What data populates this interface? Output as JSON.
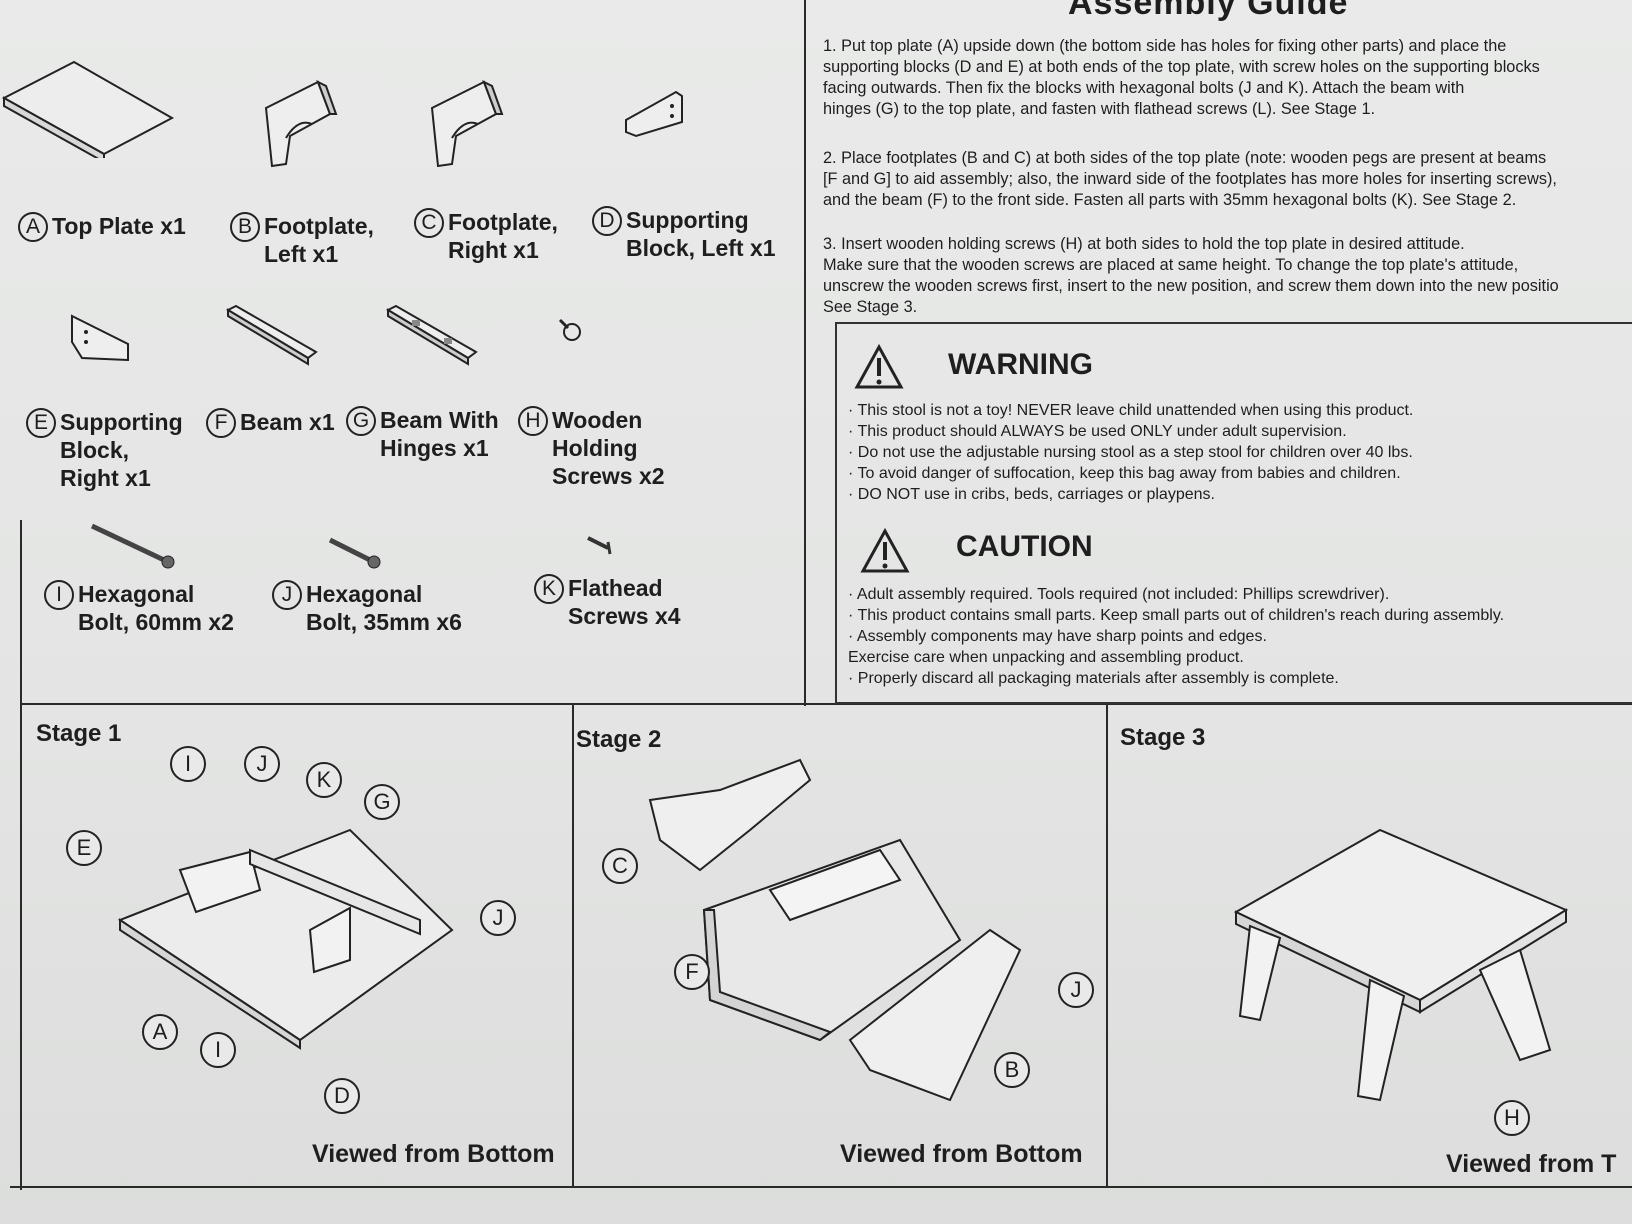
{
  "title": "Assembly Guide",
  "parts": [
    {
      "letter": "A",
      "label": "Top Plate x1",
      "icon": "top-plate-icon"
    },
    {
      "letter": "B",
      "label": "Footplate,\nLeft x1",
      "icon": "footplate-left-icon"
    },
    {
      "letter": "C",
      "label": "Footplate,\nRight x1",
      "icon": "footplate-right-icon"
    },
    {
      "letter": "D",
      "label": "Supporting\nBlock, Left x1",
      "icon": "supporting-block-left-icon"
    },
    {
      "letter": "E",
      "label": "Supporting\nBlock,\nRight x1",
      "icon": "supporting-block-right-icon"
    },
    {
      "letter": "F",
      "label": "Beam x1",
      "icon": "beam-icon"
    },
    {
      "letter": "G",
      "label": "Beam With\nHinges x1",
      "icon": "beam-with-hinges-icon"
    },
    {
      "letter": "H",
      "label": "Wooden\nHolding\nScrews x2",
      "icon": "wooden-screw-icon"
    },
    {
      "letter": "I",
      "label": "Hexagonal\nBolt, 60mm x2",
      "icon": "hex-bolt-60-icon"
    },
    {
      "letter": "J",
      "label": "Hexagonal\nBolt, 35mm x6",
      "icon": "hex-bolt-35-icon"
    },
    {
      "letter": "K",
      "label": "Flathead\nScrews x4",
      "icon": "flathead-screw-icon"
    }
  ],
  "steps": [
    "1. Put top plate (A) upside down (the bottom side has holes for fixing other parts) and place the\nsupporting blocks (D and E) at both ends of the top plate, with screw holes on the supporting blocks\nfacing outwards.  Then fix the blocks with hexagonal bolts (J and K). Attach the beam with\nhinges (G) to the top plate, and fasten with flathead screws (L). See Stage 1.",
    "2. Place footplates (B and C) at both sides of the top plate (note: wooden pegs are present at beams\n[F and G] to aid assembly; also, the inward side of the footplates has more holes for inserting screws),\nand the beam (F) to the front side. Fasten all parts with 35mm hexagonal bolts (K). See Stage 2.",
    "3. Insert wooden holding screws (H) at both sides to hold the top plate in desired attitude.\nMake sure that the wooden screws are placed at same height.  To change the top plate's attitude,\nunscrew the wooden screws first, insert to the new position, and screw them down into the new positio\nSee Stage 3."
  ],
  "warning": {
    "heading": "WARNING",
    "items": "· This stool is not a toy! NEVER leave child unattended when using this product.\n· This product should ALWAYS be used ONLY under adult supervision.\n· Do not use the adjustable nursing stool as a step stool for children over 40 lbs.\n· To avoid danger of suffocation, keep this bag away from babies and children.\n· DO NOT use in cribs, beds, carriages or playpens."
  },
  "caution": {
    "heading": "CAUTION",
    "items": "· Adult assembly required.  Tools required (not included: Phillips screwdriver).\n· This product contains small parts.  Keep small parts out of children's reach during assembly.\n· Assembly components may have sharp points and edges.\n  Exercise care when unpacking and assembling product.\n· Properly discard all packaging materials after assembly is complete."
  },
  "stages": [
    {
      "title": "Stage 1",
      "caption": "Viewed from Bottom",
      "callouts": [
        "I",
        "J",
        "K",
        "G",
        "E",
        "J",
        "A",
        "I",
        "D"
      ]
    },
    {
      "title": "Stage 2",
      "caption": "Viewed from Bottom",
      "callouts": [
        "C",
        "F",
        "J",
        "B"
      ]
    },
    {
      "title": "Stage 3",
      "caption": "Viewed from T",
      "callouts": [
        "H"
      ]
    }
  ]
}
